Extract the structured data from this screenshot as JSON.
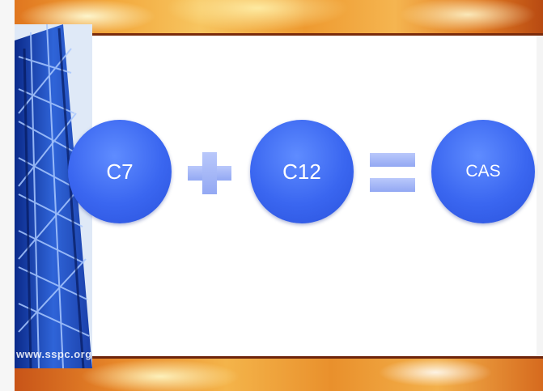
{
  "diagram": {
    "terms": [
      {
        "label": "C7"
      },
      {
        "label": "C12"
      },
      {
        "label": "CAS"
      }
    ],
    "operators": [
      "plus",
      "equals"
    ]
  },
  "watermark": "www.sspc.org",
  "colors": {
    "circle_fill": "#3a66f0",
    "operator_fill": "#a6b8f7",
    "band_orange": "#ee9a30"
  }
}
